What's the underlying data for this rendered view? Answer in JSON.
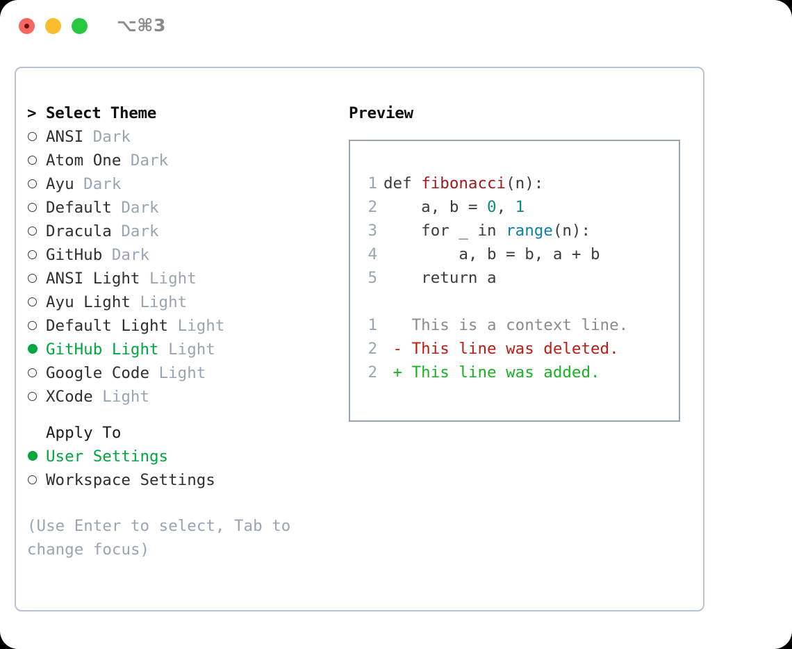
{
  "titlebar": {
    "shortcut": "⌥⌘3",
    "lights": [
      "close",
      "minimize",
      "maximize"
    ]
  },
  "theme_list": {
    "header_marker": ">",
    "header_label": "Select Theme",
    "items": [
      {
        "marker": "ring",
        "name": "ANSI",
        "variant": "Dark",
        "selected": false
      },
      {
        "marker": "ring",
        "name": "Atom One",
        "variant": "Dark",
        "selected": false
      },
      {
        "marker": "ring",
        "name": "Ayu",
        "variant": "Dark",
        "selected": false
      },
      {
        "marker": "ring",
        "name": "Default",
        "variant": "Dark",
        "selected": false
      },
      {
        "marker": "ring",
        "name": "Dracula",
        "variant": "Dark",
        "selected": false
      },
      {
        "marker": "ring",
        "name": "GitHub",
        "variant": "Dark",
        "selected": false
      },
      {
        "marker": "ring",
        "name": "ANSI Light",
        "variant": "Light",
        "selected": false
      },
      {
        "marker": "ring",
        "name": "Ayu Light",
        "variant": "Light",
        "selected": false
      },
      {
        "marker": "ring",
        "name": "Default Light",
        "variant": "Light",
        "selected": false
      },
      {
        "marker": "dot",
        "name": "GitHub Light",
        "variant": "Light",
        "selected": true
      },
      {
        "marker": "ring",
        "name": "Google Code",
        "variant": "Light",
        "selected": false
      },
      {
        "marker": "ring",
        "name": "XCode",
        "variant": "Light",
        "selected": false
      }
    ]
  },
  "apply_to": {
    "label": "Apply To",
    "options": [
      {
        "marker": "dot",
        "name": "User Settings",
        "selected": true
      },
      {
        "marker": "ring",
        "name": "Workspace Settings",
        "selected": false
      }
    ]
  },
  "hint": "(Use Enter to select, Tab to\nchange focus)",
  "preview": {
    "title": "Preview",
    "code_lines": [
      {
        "no": "1",
        "tokens": [
          {
            "t": "def ",
            "c": "plain"
          },
          {
            "t": "fibonacci",
            "c": "fn"
          },
          {
            "t": "(n):",
            "c": "plain"
          }
        ]
      },
      {
        "no": "2",
        "tokens": [
          {
            "t": "    a, b = ",
            "c": "plain"
          },
          {
            "t": "0",
            "c": "num"
          },
          {
            "t": ", ",
            "c": "plain"
          },
          {
            "t": "1",
            "c": "num"
          }
        ]
      },
      {
        "no": "3",
        "tokens": [
          {
            "t": "    for _ in ",
            "c": "plain"
          },
          {
            "t": "range",
            "c": "call"
          },
          {
            "t": "(n):",
            "c": "plain"
          }
        ]
      },
      {
        "no": "4",
        "tokens": [
          {
            "t": "        a, b = b, a + b",
            "c": "plain"
          }
        ]
      },
      {
        "no": "5",
        "tokens": [
          {
            "t": "    return a",
            "c": "plain"
          }
        ]
      }
    ],
    "diff_lines": [
      {
        "no": "1",
        "sign": " ",
        "text": "This is a context line.",
        "kind": "context"
      },
      {
        "no": "2",
        "sign": "-",
        "text": "This line was deleted.",
        "kind": "del"
      },
      {
        "no": "2",
        "sign": "+",
        "text": "This line was added.",
        "kind": "add"
      }
    ]
  },
  "colors": {
    "accent_green": "#00a63e",
    "muted": "#9aa5b4",
    "panel_border": "#b9c2ce",
    "preview_border": "#9aa5b4",
    "syntax_function": "#9e1a1a",
    "syntax_builtin": "#0b7fab",
    "syntax_number": "#0f8a7e",
    "diff_deleted": "#c21a12",
    "diff_added": "#17b321"
  }
}
